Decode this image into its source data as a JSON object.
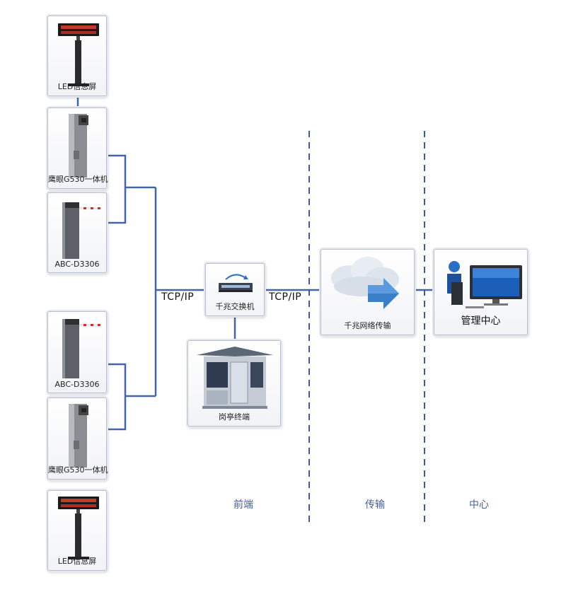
{
  "devices": {
    "led_top": "LED信息屏",
    "cam_top": "鹰眼G530一体机",
    "barrier_top": "ABC-D3306",
    "barrier_bottom": "ABC-D3306",
    "cam_bottom": "鹰眼G530一体机",
    "led_bottom": "LED信息屏",
    "switch": "千兆交换机",
    "booth": "岗亭终端",
    "network": "千兆网络传输",
    "center": "管理中心"
  },
  "protocols": {
    "left": "TCP/IP",
    "right": "TCP/IP"
  },
  "zones": {
    "front": "前端",
    "transport": "传输",
    "center": "中心"
  },
  "colors": {
    "line": "#4466a8",
    "dash": "#3d5a9e",
    "zone_text": "#4a5f95"
  }
}
